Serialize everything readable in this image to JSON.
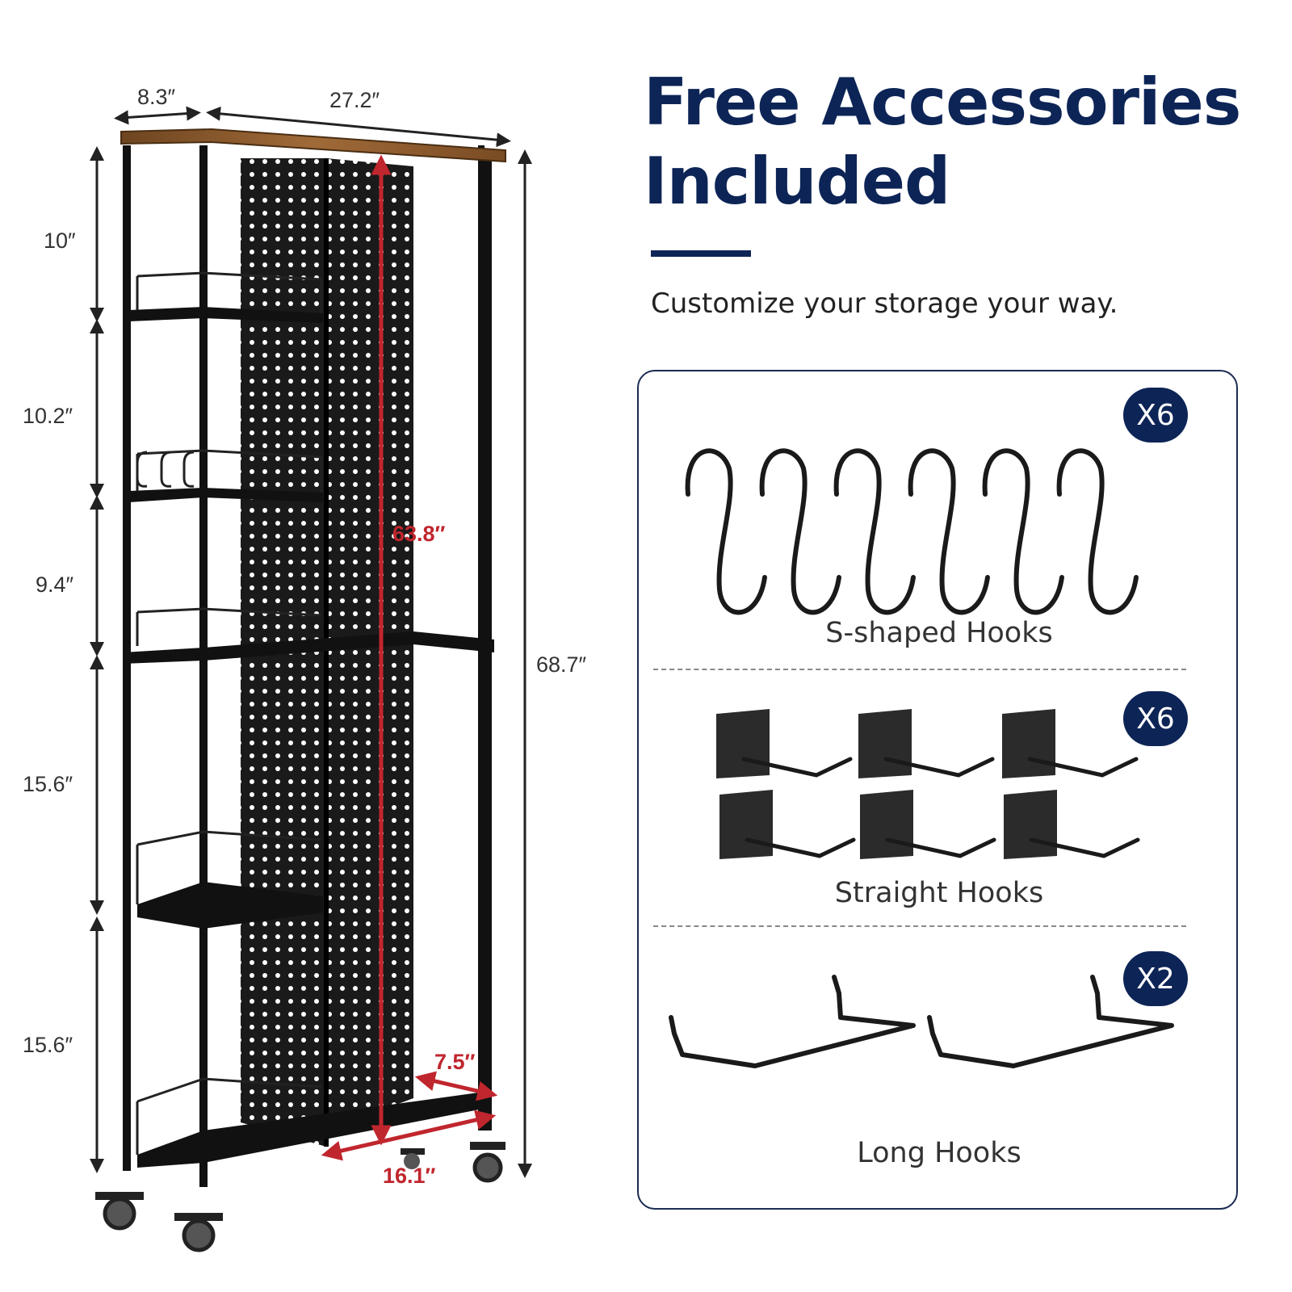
{
  "heading": {
    "title_line1": "Free Accessories",
    "title_line2": "Included",
    "subtitle": "Customize your storage your way."
  },
  "dimensions": {
    "depth": "8.3″",
    "width": "27.2″",
    "total_height": "68.7″",
    "shelf_gaps": [
      "10″",
      "10.2″",
      "9.4″",
      "15.6″",
      "15.6″"
    ],
    "pegboard_height": "63.8″",
    "bottom_depth": "7.5″",
    "bottom_width": "16.1″"
  },
  "accessories": [
    {
      "name": "S-shaped Hooks",
      "quantity": "X6"
    },
    {
      "name": "Straight Hooks",
      "quantity": "X6"
    },
    {
      "name": "Long Hooks",
      "quantity": "X2"
    }
  ],
  "colors": {
    "brand_navy": "#0d2456",
    "dimension_red": "#c0262d",
    "wood_top": "#8a5a2b",
    "frame_black": "#111111"
  }
}
